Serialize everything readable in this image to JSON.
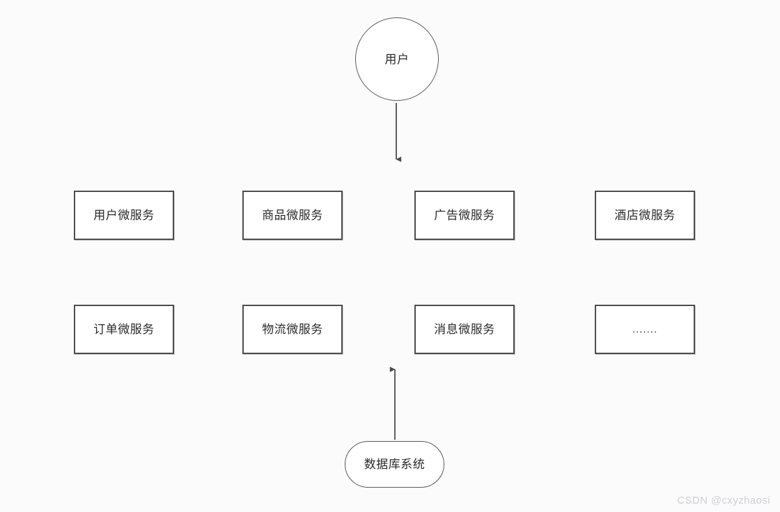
{
  "diagram": {
    "background_color": "#fbfbfc",
    "stroke_color": "#4d4d4d",
    "soft_stroke_color": "#555b5f",
    "text_color": "#2b2b2b",
    "actor": {
      "label": "用户",
      "shape": "circle"
    },
    "database": {
      "label": "数据库系统",
      "shape": "rounded-rectangle"
    },
    "services_row_1": [
      {
        "label": "用户微服务"
      },
      {
        "label": "商品微服务"
      },
      {
        "label": "广告微服务"
      },
      {
        "label": "酒店微服务"
      }
    ],
    "services_row_2": [
      {
        "label": "订单微服务"
      },
      {
        "label": "物流微服务"
      },
      {
        "label": "消息微服务"
      },
      {
        "label": "......."
      }
    ],
    "connectors": [
      {
        "name": "user-to-services-arrow",
        "direction": "down",
        "from": "用户",
        "to": "services"
      },
      {
        "name": "database-to-services-arrow",
        "direction": "up",
        "from": "数据库系统",
        "to": "services"
      }
    ]
  },
  "watermark": {
    "text": "CSDN @cxyzhaosi",
    "color": "#cfcfd4"
  }
}
